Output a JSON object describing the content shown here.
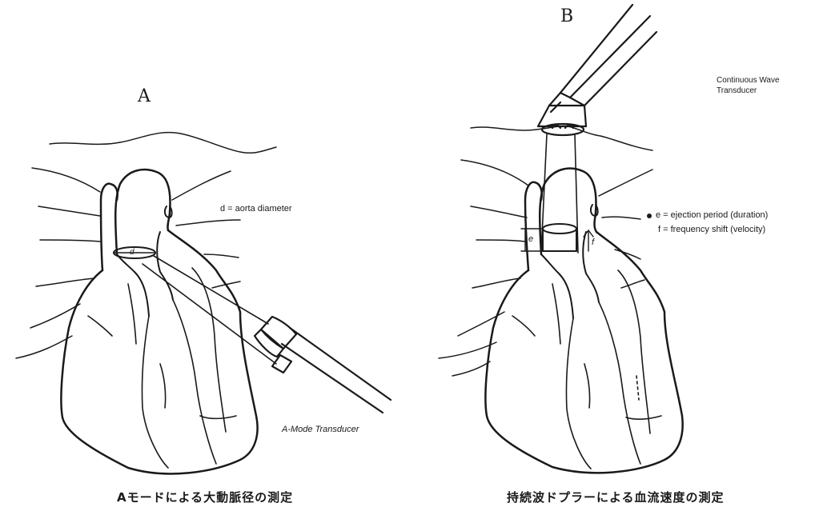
{
  "panel_a": {
    "letter": "A",
    "labels": {
      "aorta_diameter": "d = aorta diameter",
      "d_mark": "d",
      "transducer": "A-Mode Transducer"
    },
    "caption": "Aモードによる大動脈径の測定"
  },
  "panel_b": {
    "letter": "B",
    "labels": {
      "transducer_line1": "Continuous Wave",
      "transducer_line2": "Transducer",
      "ejection": "e = ejection period (duration)",
      "frequency": "f = frequency shift (velocity)",
      "e_mark": "e",
      "f_mark": "f"
    },
    "caption": "持続波ドプラーによる血流速度の測定"
  }
}
